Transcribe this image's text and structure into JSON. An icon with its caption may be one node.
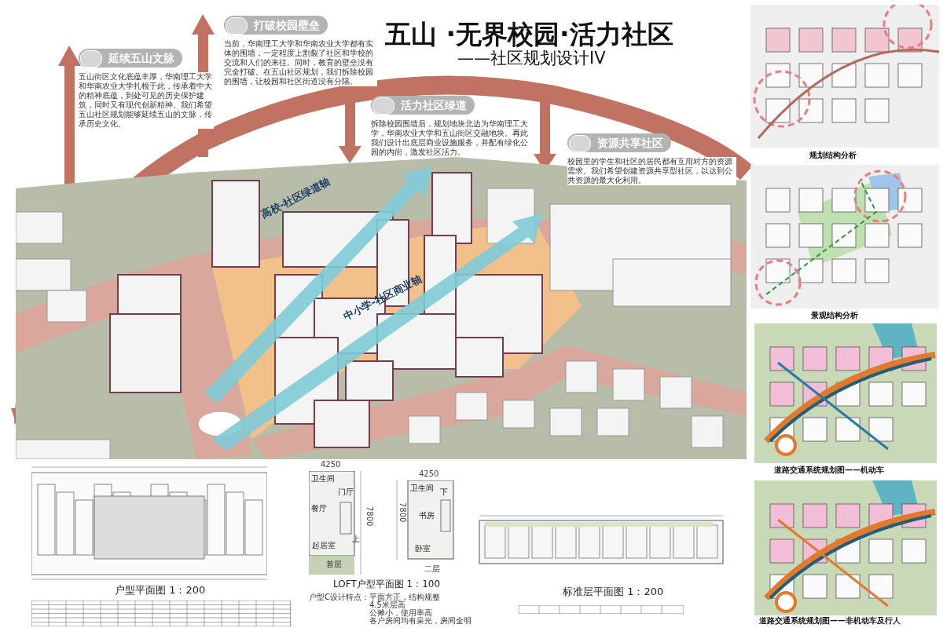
{
  "diagram": {
    "title": "五山 ·无界校园·活力社区",
    "nodes": [
      {
        "text": [
          "延续五山文脉",
          "五山街区文化底蕴丰厚，华南理工大学和华南农业大学扎根于此，传承着中大的精神底蕴，到处可见的历史保护建筑，同时又有现代创新精神。我们希望五山社区规划能够延续五山的文脉，传承历史文化。"
        ]
      },
      {
        "text": [
          "打破校园壁垒",
          "当前，华南理工大学和华南农业大学都有实体的围墙，一定程度上割裂了社区和学校的交流和人们的来往。同时，教育的壁垒没有完全打破。在五山社区规划，我们拆除校园的围墙，让校园和社区街道没有分隔。"
        ]
      },
      {
        "text": [
          "活力社区绿道",
          "拆除校园围墙后，规划地块北边为华南理工大学，华南农业大学和五山街区交融地块。再此我们设计出底层商业设施服务，并配有绿化公园的内街，激发社区活力。"
        ]
      },
      {
        "text": [
          "资源共享社区",
          "校园里的学生和社区的居民都有互用对方的资源需求。我们希望创建资源共享型社区，以达到公共资源的最大化利用。"
        ]
      }
    ],
    "labels": [
      "——社区规划设计IV",
      "高校-社区绿道轴",
      "中小学-社区商业轴",
      "规划结构分析",
      "景观结构分析",
      "道路交通系统规划图——机动车",
      "道路交通系统规划图——非机动车及行人",
      "户型平面图 1：200",
      "4250",
      "卫生间",
      "门厅",
      "餐厅",
      "上",
      "起居室",
      "首层",
      "7800",
      "4250",
      "卫生间",
      "下",
      "书房",
      "卧室",
      "7800",
      "二层",
      "LOFT户型平面图 1：100",
      "户型C设计特点：",
      "平面方正，结构规整",
      "4.5米层高",
      "公摊小，使用率高",
      "各户房间均有采光，房间全明",
      "标准层平面图 1：200"
    ]
  }
}
